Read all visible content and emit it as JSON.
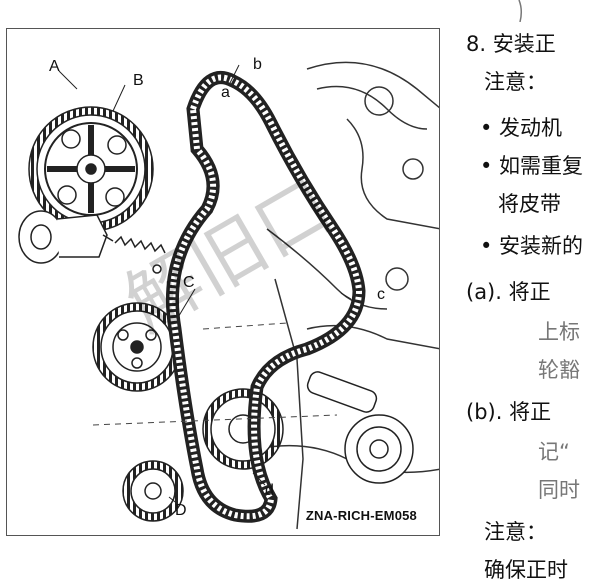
{
  "figure": {
    "labels": {
      "a_upper": "A",
      "b_upper": "B",
      "c_upper": "C",
      "d_upper": "D",
      "a_lower": "a",
      "b_lower": "b",
      "c_lower": "c",
      "d_lower": "d"
    },
    "code": "ZNA-RICH-EM058",
    "watermark": "解旧口"
  },
  "text": {
    "heading": "8. 安装正",
    "note1": "注意：",
    "bullet1": "• 发动机",
    "bullet2": "• 如需重复",
    "bullet2_cont": "将皮带",
    "bullet3": "• 安装新的",
    "step_a": "(a). 将正",
    "step_a_l2": "上标",
    "step_a_l3": "轮豁",
    "step_b": "(b). 将正",
    "step_b_l2": "记“",
    "step_b_l3": "同时",
    "note2": "注意：",
    "last": "确保正时"
  }
}
